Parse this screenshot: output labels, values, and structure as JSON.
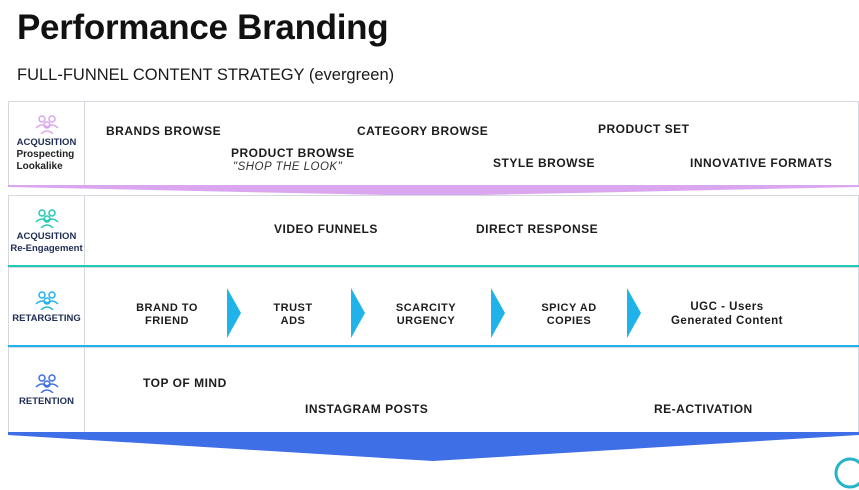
{
  "title": "Performance Branding",
  "subtitle": "FULL-FUNNEL CONTENT STRATEGY (evergreen)",
  "rows": [
    {
      "label": "ACQUSITION",
      "sublabel": "Prospecting Lookalike",
      "icon": "people-group-icon",
      "color": "#d9a6ef",
      "items": [
        "BRANDS BROWSE",
        "CATEGORY BROWSE",
        "PRODUCT SET",
        "PRODUCT BROWSE",
        "\"SHOP THE LOOK\"",
        "STYLE BROWSE",
        "INNOVATIVE FORMATS"
      ]
    },
    {
      "label": "ACQUSITION",
      "sublabel": "Re-Engagement",
      "icon": "people-group-icon",
      "color": "#22c9b8",
      "items": [
        "VIDEO FUNNELS",
        "DIRECT RESPONSE"
      ]
    },
    {
      "label": "RETARGETING",
      "sublabel": "",
      "icon": "people-group-icon",
      "color": "#1fb3ea",
      "steps": [
        "BRAND TO FRIEND",
        "TRUST ADS",
        "SCARCITY URGENCY",
        "SPICY AD COPIES",
        "UGC - Users Generated Content"
      ]
    },
    {
      "label": "RETENTION",
      "sublabel": "",
      "icon": "people-group-icon",
      "color": "#3f6fe6",
      "items": [
        "TOP OF MIND",
        "INSTAGRAM POSTS",
        "RE-ACTIVATION"
      ]
    }
  ]
}
